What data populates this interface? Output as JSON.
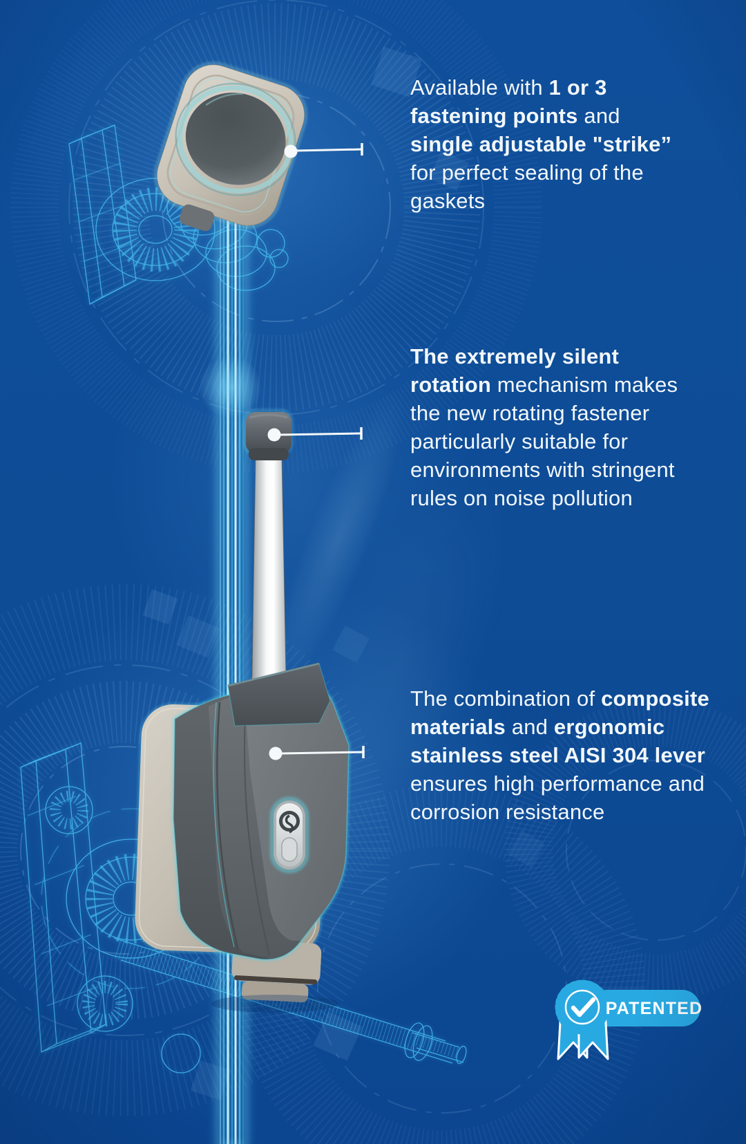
{
  "canvas": {
    "background_color": "#0e4c96",
    "wireframe_cyan": "#49c2f2",
    "badge_cyan": "#29a9e1",
    "text_color": "#f1f7fb"
  },
  "features": {
    "block1": {
      "lines": [
        [
          {
            "t": "Available with ",
            "b": false
          },
          {
            "t": "1 or 3",
            "b": true
          }
        ],
        [
          {
            "t": "fastening points",
            "b": true
          },
          {
            "t": " and",
            "b": false
          }
        ],
        [
          {
            "t": "single adjustable \"strike”",
            "b": true
          }
        ],
        [
          {
            "t": "for perfect sealing of the",
            "b": false
          }
        ],
        [
          {
            "t": "gaskets",
            "b": false
          }
        ]
      ]
    },
    "block2": {
      "lines": [
        [
          {
            "t": "The extremely silent",
            "b": true
          }
        ],
        [
          {
            "t": "rotation",
            "b": true
          },
          {
            "t": " mechanism makes",
            "b": false
          }
        ],
        [
          {
            "t": "the new rotating fastener",
            "b": false
          }
        ],
        [
          {
            "t": "particularly suitable for",
            "b": false
          }
        ],
        [
          {
            "t": "environments with stringent",
            "b": false
          }
        ],
        [
          {
            "t": "rules on noise pollution",
            "b": false
          }
        ]
      ]
    },
    "block3": {
      "lines": [
        [
          {
            "t": "The combination of ",
            "b": false
          },
          {
            "t": "composite",
            "b": true
          }
        ],
        [
          {
            "t": "materials",
            "b": true
          },
          {
            "t": " and ",
            "b": false
          },
          {
            "t": "ergonomic",
            "b": true
          }
        ],
        [
          {
            "t": "stainless steel AISI 304 lever",
            "b": true
          }
        ],
        [
          {
            "t": "ensures high performance and",
            "b": false
          }
        ],
        [
          {
            "t": "corrosion resistance",
            "b": false
          }
        ]
      ]
    }
  },
  "badge": {
    "label": "PATENTED"
  }
}
